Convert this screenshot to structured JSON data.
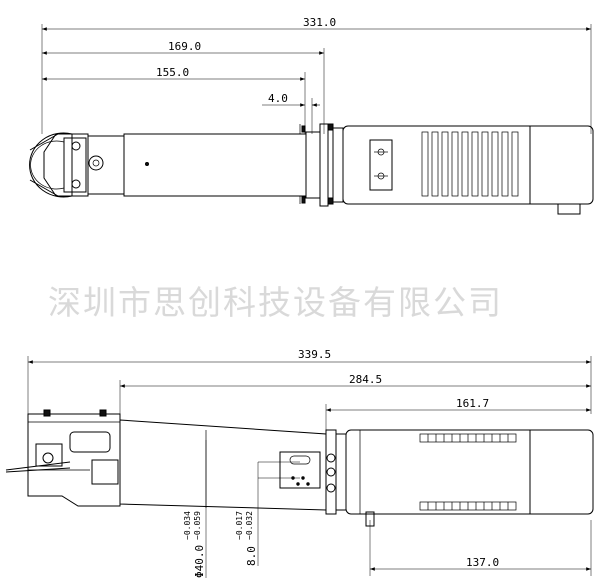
{
  "watermark": "深圳市思创科技设备有限公司",
  "top_view": {
    "dimensions": {
      "overall": "331.0",
      "d169": "169.0",
      "d155": "155.0",
      "d4": "4.0"
    }
  },
  "side_view": {
    "dimensions": {
      "overall": "339.5",
      "d284": "284.5",
      "d161": "161.7",
      "d137": "137.0",
      "dia40_main": "Φ40.0",
      "dia40_upper": "−0.034",
      "dia40_lower": "−0.059",
      "dia8_main": "8.0",
      "dia8_upper": "−0.017",
      "dia8_lower": "−0.032"
    }
  }
}
